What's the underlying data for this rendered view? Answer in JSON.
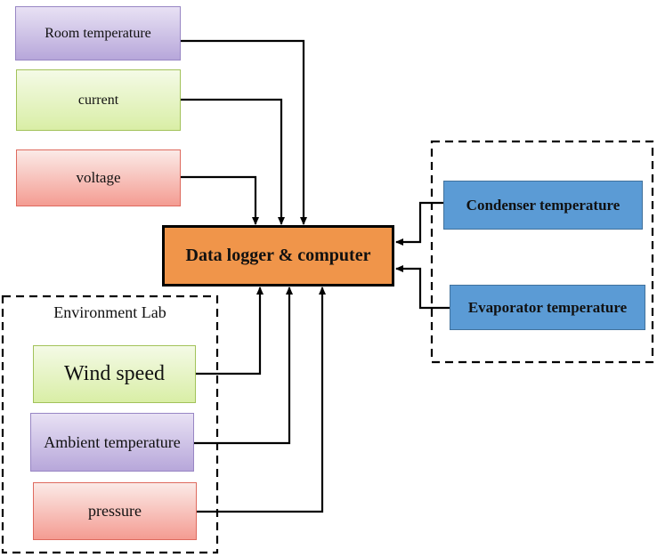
{
  "diagram": {
    "nodes": {
      "room_temperature": {
        "label": "Room temperature"
      },
      "current": {
        "label": "current"
      },
      "voltage": {
        "label": "voltage"
      },
      "data_logger": {
        "label": "Data logger & computer"
      },
      "condenser": {
        "label": "Condenser temperature"
      },
      "evaporator": {
        "label": "Evaporator temperature"
      },
      "wind_speed": {
        "label": "Wind speed"
      },
      "ambient": {
        "label": "Ambient temperature"
      },
      "pressure": {
        "label": "pressure"
      }
    },
    "groups": {
      "environment_lab": {
        "label": "Environment Lab"
      }
    },
    "edges": [
      {
        "from": "Room temperature",
        "to": "Data logger & computer"
      },
      {
        "from": "current",
        "to": "Data logger & computer"
      },
      {
        "from": "voltage",
        "to": "Data logger & computer"
      },
      {
        "from": "Wind speed",
        "to": "Data logger & computer"
      },
      {
        "from": "Ambient temperature",
        "to": "Data logger & computer"
      },
      {
        "from": "pressure",
        "to": "Data logger & computer"
      },
      {
        "from": "Condenser temperature",
        "to": "Data logger & computer"
      },
      {
        "from": "Evaporator temperature",
        "to": "Data logger & computer"
      }
    ]
  },
  "colors": {
    "purple_top": "#E8E1F4",
    "purple_bottom": "#B7A7DA",
    "purple_border": "#9886C4",
    "green_top": "#F4FAE6",
    "green_bottom": "#D9EEA6",
    "green_border": "#A2C25A",
    "red_top": "#FBEAE7",
    "red_bottom": "#F49C92",
    "red_border": "#DE6A5E",
    "blue_fill": "#5B9BD5",
    "blue_border": "#41719C",
    "orange_fill": "#F0954A",
    "line_color": "#000000"
  }
}
